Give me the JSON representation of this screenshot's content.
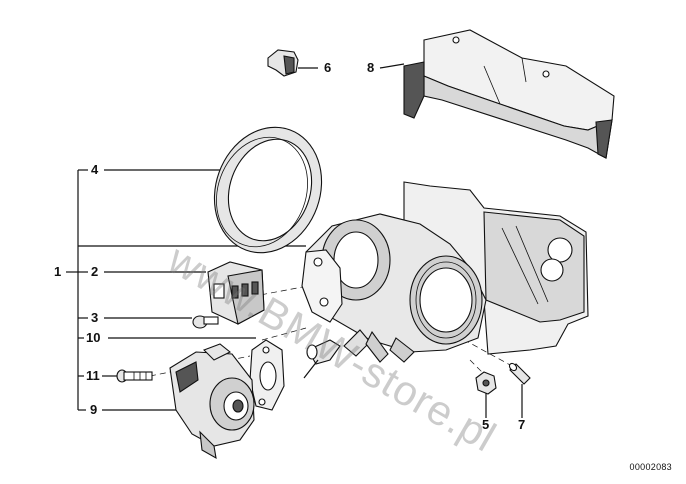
{
  "diagram": {
    "callouts": {
      "c1": "1",
      "c2": "2",
      "c3": "3",
      "c4": "4",
      "c5": "5",
      "c6": "6",
      "c7": "7",
      "c8": "8",
      "c9": "9",
      "c10": "10",
      "c11": "11"
    },
    "diagram_code": "00002083",
    "watermark": "www.BMW-store.pl"
  },
  "colors": {
    "ink": "#111111",
    "light_fill": "#e6e6e6",
    "mid_fill": "#c8c8c8",
    "dark_fill": "#555555"
  }
}
